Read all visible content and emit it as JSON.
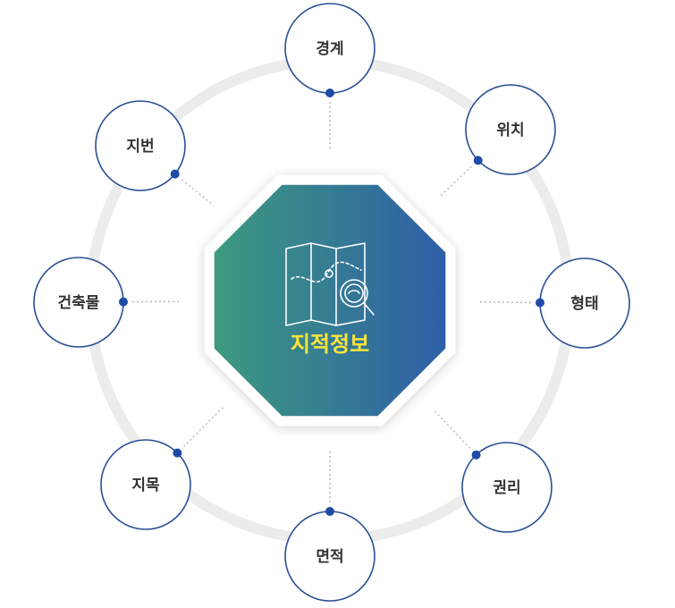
{
  "center": {
    "label": "지적정보",
    "icon": "map-search-icon"
  },
  "nodes": [
    {
      "id": "boundary",
      "label": "경계"
    },
    {
      "id": "location",
      "label": "위치"
    },
    {
      "id": "shape",
      "label": "형태"
    },
    {
      "id": "rights",
      "label": "권리"
    },
    {
      "id": "area",
      "label": "면적"
    },
    {
      "id": "land-category",
      "label": "지목"
    },
    {
      "id": "building",
      "label": "건축물"
    },
    {
      "id": "lot-number",
      "label": "지번"
    }
  ],
  "colors": {
    "ring": "#ececec",
    "node_stroke": "#2b4f95",
    "dot": "#1f4aa8",
    "gradient_start": "#3c9a7f",
    "gradient_end": "#2f5ea8",
    "center_text": "#ffe53b"
  }
}
